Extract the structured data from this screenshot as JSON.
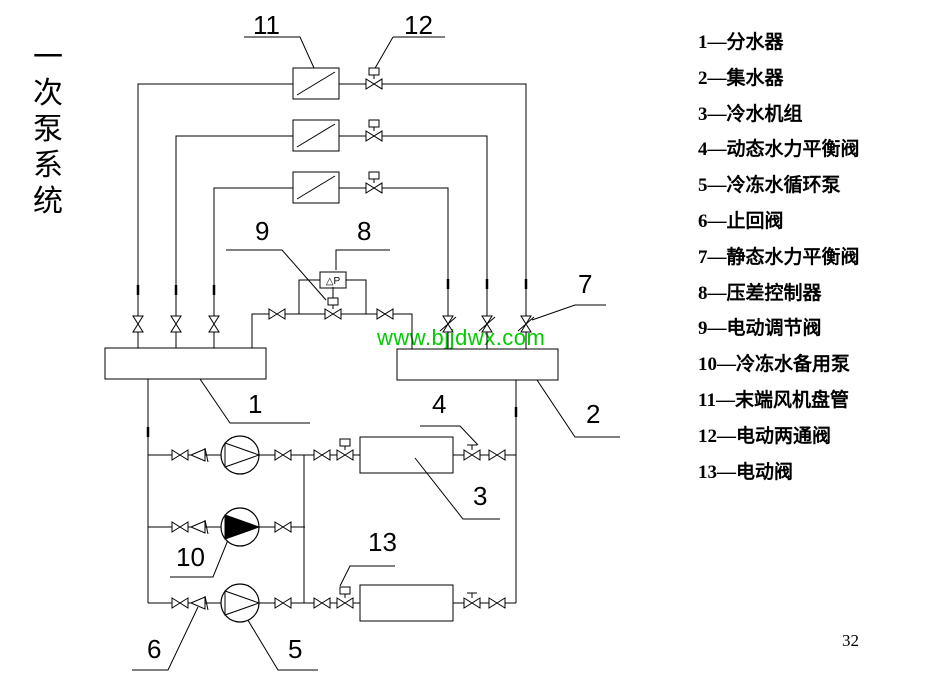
{
  "title": "一次泵系统",
  "legend": [
    {
      "num": "1",
      "text": "分水器"
    },
    {
      "num": "2",
      "text": "集水器"
    },
    {
      "num": "3",
      "text": "冷水机组"
    },
    {
      "num": "4",
      "text": "动态水力平衡阀"
    },
    {
      "num": "5",
      "text": "冷冻水循环泵"
    },
    {
      "num": "6",
      "text": "止回阀"
    },
    {
      "num": "7",
      "text": "静态水力平衡阀"
    },
    {
      "num": "8",
      "text": "压差控制器"
    },
    {
      "num": "9",
      "text": "电动调节阀"
    },
    {
      "num": "10",
      "text": "冷冻水备用泵"
    },
    {
      "num": "11",
      "text": "末端风机盘管"
    },
    {
      "num": "12",
      "text": "电动两通阀"
    },
    {
      "num": "13",
      "text": "电动阀"
    }
  ],
  "legend_separator": "—",
  "labels": {
    "l1": "1",
    "l2": "2",
    "l3": "3",
    "l4": "4",
    "l5": "5",
    "l6": "6",
    "l7": "7",
    "l8": "8",
    "l9": "9",
    "l10": "10",
    "l11": "11",
    "l12": "12",
    "l13": "13"
  },
  "dp_symbol": "△P",
  "watermark": "www.bjjdwx.com",
  "page_number": "32",
  "colors": {
    "lines": "#000000",
    "watermark": "#00cc00",
    "background": "#ffffff"
  }
}
